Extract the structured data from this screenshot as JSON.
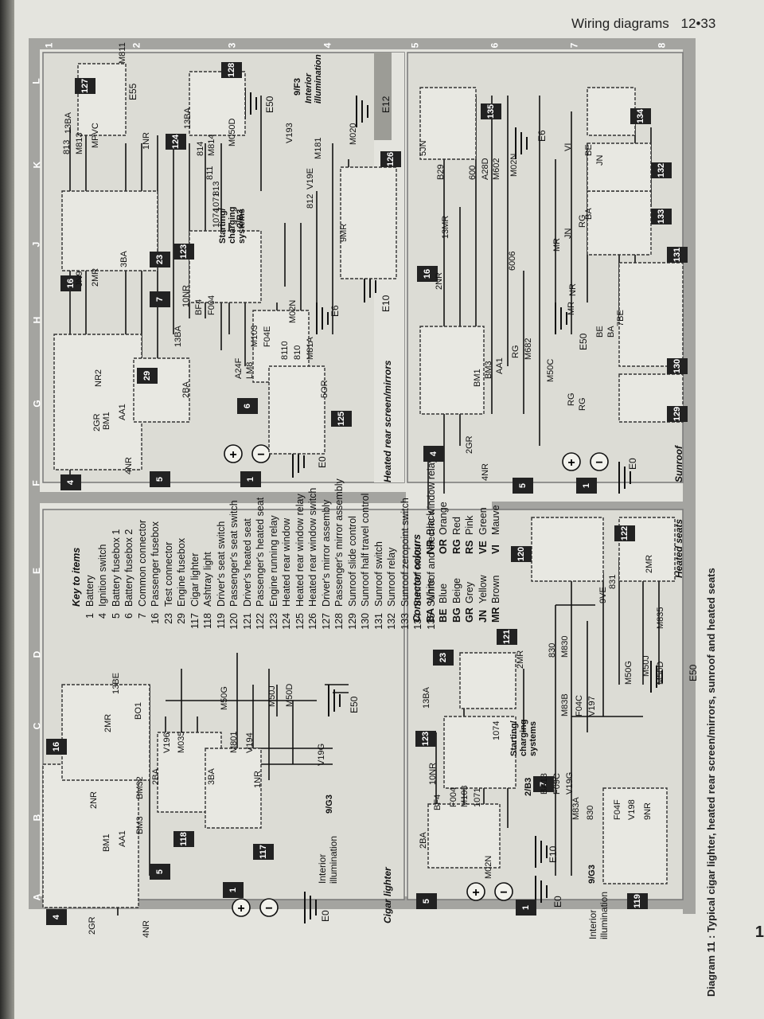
{
  "header": {
    "title": "Wiring diagrams",
    "page": "12•33"
  },
  "side_page_number": "1",
  "caption": "Diagram 11 : Typical cigar lighter, heated rear screen/mirrors, sunroof and heated seats",
  "key": {
    "title": "Key to items",
    "items": [
      {
        "num": "1",
        "label": "Battery"
      },
      {
        "num": "4",
        "label": "Ignition switch"
      },
      {
        "num": "5",
        "label": "Battery fusebox 1"
      },
      {
        "num": "6",
        "label": "Battery fusebox 2"
      },
      {
        "num": "7",
        "label": "Common connector"
      },
      {
        "num": "16",
        "label": "Passenger fusebox"
      },
      {
        "num": "23",
        "label": "Test connector"
      },
      {
        "num": "29",
        "label": "Engine fusebox"
      },
      {
        "num": "117",
        "label": "Cigar lighter"
      },
      {
        "num": "118",
        "label": "Ashtray light"
      },
      {
        "num": "119",
        "label": "Driver's seat switch"
      },
      {
        "num": "120",
        "label": "Passenger's seat switch"
      },
      {
        "num": "121",
        "label": "Driver's heated seat"
      },
      {
        "num": "122",
        "label": "Passenger's heated seat"
      },
      {
        "num": "123",
        "label": "Engine running relay"
      },
      {
        "num": "124",
        "label": "Heated rear window"
      },
      {
        "num": "125",
        "label": "Heated rear window relay"
      },
      {
        "num": "126",
        "label": "Heated rear window switch"
      },
      {
        "num": "127",
        "label": "Driver's mirror assembly"
      },
      {
        "num": "128",
        "label": "Passenger's mirror assembly"
      },
      {
        "num": "129",
        "label": "Sunroof slide control"
      },
      {
        "num": "130",
        "label": "Sunroof half travel control"
      },
      {
        "num": "131",
        "label": "Sunroof switch"
      },
      {
        "num": "132",
        "label": "Sunroof relay"
      },
      {
        "num": "133",
        "label": "Sunroof zeropoint switch"
      },
      {
        "num": "134",
        "label": "Sunroof motor"
      },
      {
        "num": "135",
        "label": "Sunroof and electric window relay"
      }
    ]
  },
  "colours": {
    "title": "Connector colours",
    "rows": [
      {
        "c1": "BA",
        "n1": "White",
        "c2": "NR",
        "n2": "Black"
      },
      {
        "c1": "BE",
        "n1": "Blue",
        "c2": "OR",
        "n2": "Orange"
      },
      {
        "c1": "BG",
        "n1": "Beige",
        "c2": "RG",
        "n2": "Red"
      },
      {
        "c1": "GR",
        "n1": "Grey",
        "c2": "RS",
        "n2": "Pink"
      },
      {
        "c1": "JN",
        "n1": "Yellow",
        "c2": "VE",
        "n2": "Green"
      },
      {
        "c1": "MR",
        "n1": "Brown",
        "c2": "VI",
        "n2": "Mauve"
      }
    ]
  },
  "panels": {
    "cigar_lighter": "Cigar lighter",
    "heated_rear": "Heated rear screen/mirrors",
    "sunroof": "Sunroof",
    "heated_seats": "Heated seats"
  },
  "cigar": {
    "interior": "Interior illumination",
    "ref_g3": "9/G3",
    "labels": {
      "bm1": "BM1",
      "aa1": "AA1",
      "bm3": "BM3",
      "bm32": "BM32",
      "bo1": "BO1",
      "gr2": "2GR",
      "nr2": "2NR",
      "nr4": "4NR",
      "be13": "13BE",
      "mr2": "2MR",
      "v196": "V196",
      "m035": "M035",
      "m801": "M801",
      "v194": "V194",
      "v19g": "V19G",
      "m50g": "M50G",
      "m50j": "M50J",
      "m50d": "M50D",
      "e0": "E0",
      "e50": "E50",
      "ba2": "2BA",
      "ba3": "3BA",
      "nr1": "1NR"
    }
  },
  "seats": {
    "interior": "Interior illumination",
    "ref_g3": "9/G3",
    "ref_b3": "2/B3",
    "starting": "Starting/ charging systems",
    "labels": {
      "ba2": "2BA",
      "bf4": "BF4",
      "f004": "F004",
      "m103": "M103",
      "n1071": "1071",
      "n1074": "1074",
      "m02n": "M02N",
      "e0": "E0",
      "e10": "E10",
      "nr10": "10NR",
      "ba13": "13BA",
      "ba13b": "BA13",
      "f09c": "F09C",
      "v19g": "V19G",
      "m83a": "M83A",
      "n830": "830",
      "f04f": "F04F",
      "v198": "V198",
      "nr9": "9NR",
      "m83b": "M83B",
      "f04c": "F04C",
      "v197": "V197",
      "m50g": "M50G",
      "m50j": "M50J",
      "m50d": "M50D",
      "m835": "M835",
      "m830": "M830",
      "n831": "831",
      "mr2": "2MR",
      "ve9": "9VE",
      "e50": "E50"
    }
  },
  "heated_rear": {
    "ref_b3": "2/B3",
    "starting": "Starting/ charging systems",
    "ref_f3": "9/F3",
    "interior": "Interior illumination",
    "labels": {
      "m811": "M811",
      "e55": "E55",
      "mpvc": "MPVC",
      "n813": "813",
      "m813": "M813",
      "ba13": "13BA",
      "nr1": "1NR",
      "n814": "814",
      "m814": "M814",
      "m050d": "M050D",
      "e50": "E50",
      "n811": "811",
      "n1071": "1071",
      "n1074": "1074",
      "n812": "812",
      "v19e": "V19E",
      "m181": "M181",
      "v193": "V193",
      "m020": "M020",
      "e12": "E12",
      "jn9": "JN9",
      "mr2": "2MR",
      "nr2": "NR2",
      "bm1": "BM1",
      "aa1": "AA1",
      "gr2": "2GR",
      "nr4": "4NR",
      "bf4": "BF4",
      "f004": "F004",
      "nr10": "10NR",
      "m103": "M103",
      "f04e": "F04E",
      "m02n": "M02N",
      "e10": "E10",
      "e6": "E6",
      "a24f": "A24F",
      "lm8": "LM8",
      "n8110": "8110",
      "n810": "810",
      "m81a": "M81A",
      "or5": "5OR",
      "mr9": "9MR",
      "e0": "E0",
      "ba2": "2BA",
      "ba3": "3BA"
    }
  },
  "sunroof": {
    "labels": {
      "jn5": "5JN",
      "b29": "B29",
      "n600": "600",
      "a28d": "A28D",
      "m602": "M602",
      "m02n": "M02N",
      "e6": "E6",
      "vi": "VI",
      "be": "BE",
      "jn": "JN",
      "mr13": "13MR",
      "nr2": "2NR",
      "n6006": "6006",
      "mr": "MR",
      "rg": "RG",
      "ba": "BA",
      "nr": "NR",
      "be7": "7BE",
      "m682": "M682",
      "m50c": "M50C",
      "e50": "E50",
      "bm1": "BM1",
      "bm3": "BM3",
      "aa1": "AA1",
      "gr2": "2GR",
      "nr4": "4NR",
      "e0": "E0"
    }
  },
  "component_numbers": {
    "c4a": "4",
    "c5a": "5",
    "c1a": "1",
    "c16a": "16",
    "c118": "118",
    "c117": "117",
    "c5b": "5",
    "c1b": "1",
    "c123a": "123",
    "c7a": "7",
    "c23a": "23",
    "c121": "121",
    "c119": "119",
    "c120": "120",
    "c122": "122",
    "c4b": "4",
    "c5c": "5",
    "c1c": "1",
    "c29": "29",
    "c6": "6",
    "c16b": "16",
    "c7b": "7",
    "c123b": "123",
    "c23b": "23",
    "c125": "125",
    "c126": "126",
    "c124": "124",
    "c127": "127",
    "c128": "128",
    "c4c": "4",
    "c5d": "5",
    "c1d": "1",
    "c16c": "16",
    "c129": "129",
    "c130": "130",
    "c131": "131",
    "c133": "133",
    "c132": "132",
    "c134": "134",
    "c135": "135"
  },
  "grid": {
    "letters": [
      "A",
      "B",
      "C",
      "D",
      "E",
      "F",
      "G",
      "H",
      "J",
      "K",
      "L"
    ],
    "numbers": [
      "1",
      "2",
      "3",
      "4",
      "5",
      "6",
      "7",
      "8"
    ]
  }
}
